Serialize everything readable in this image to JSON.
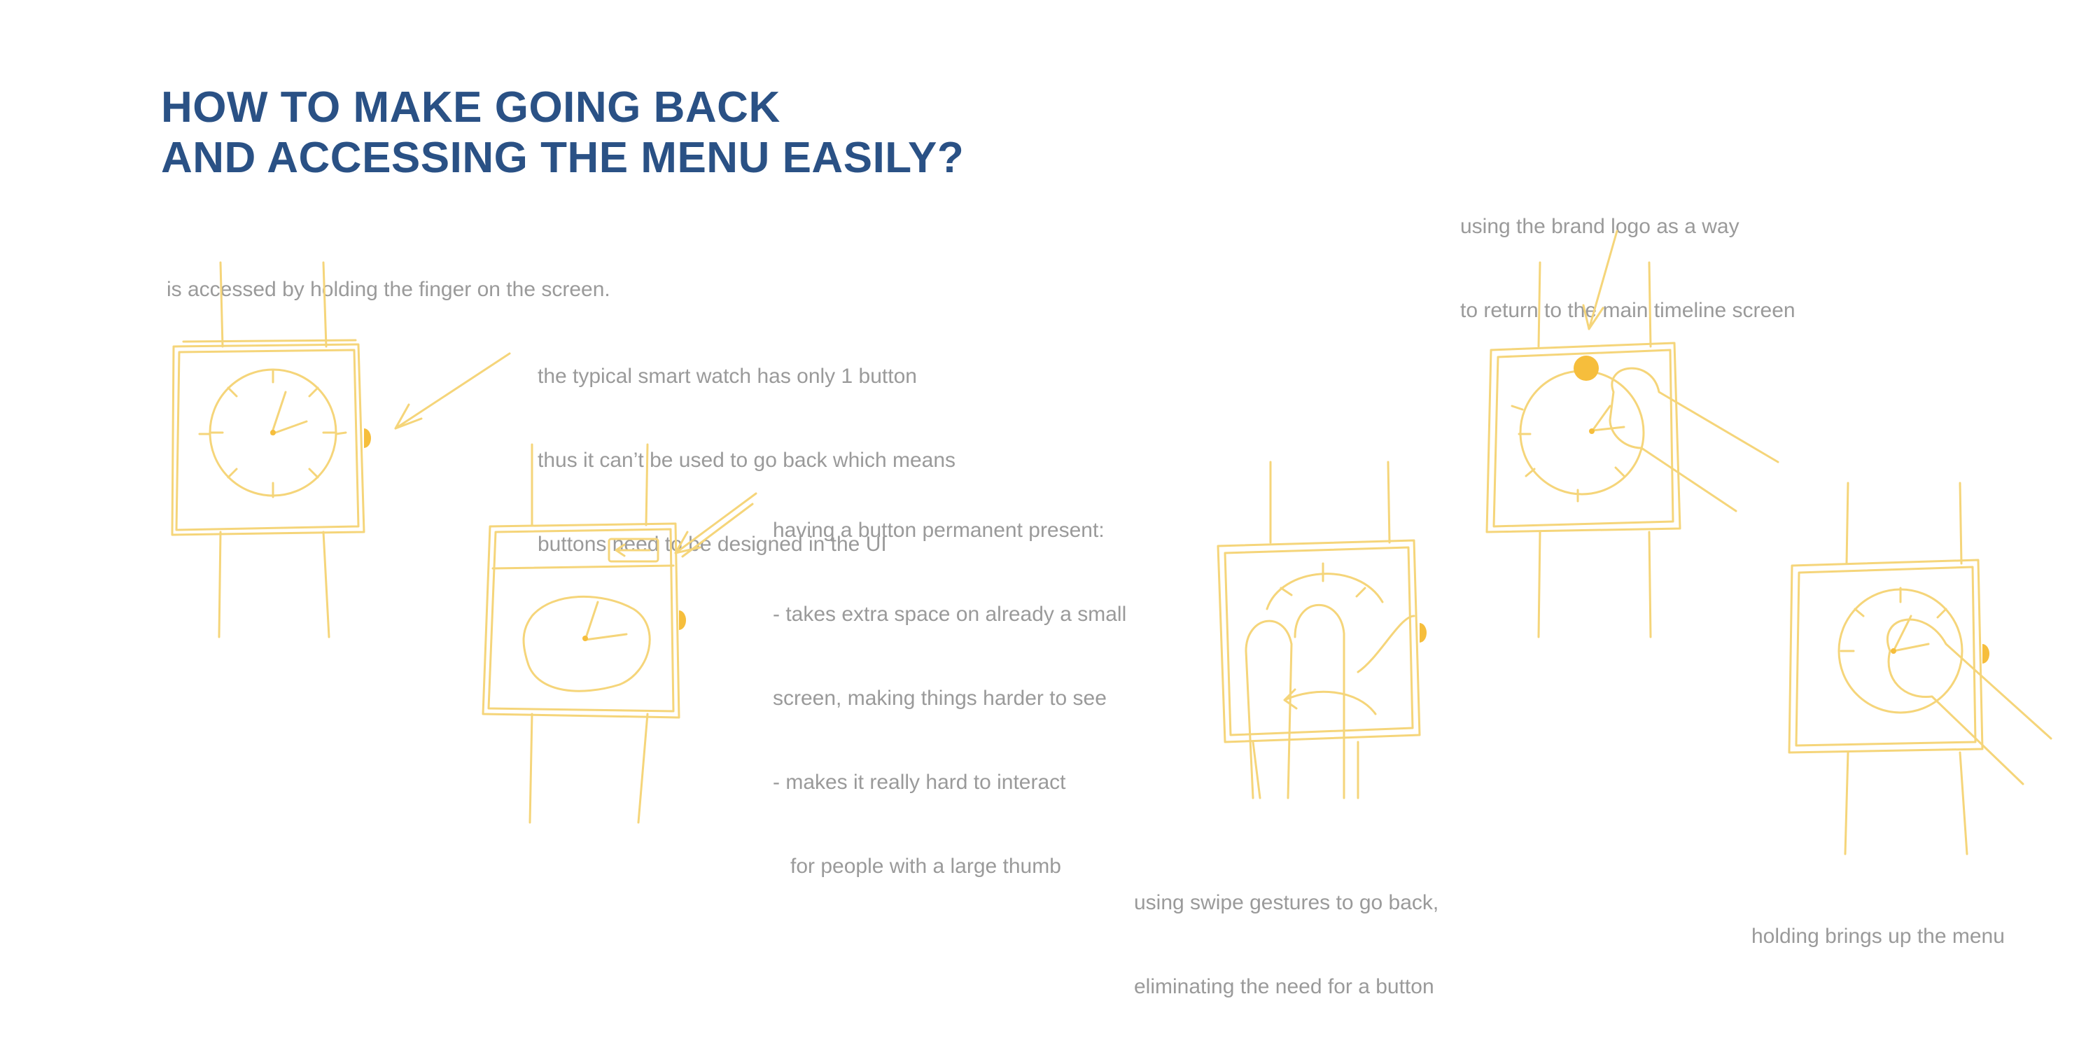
{
  "title": {
    "line1": "HOW TO MAKE GOING BACK",
    "line2": "AND ACCESSING THE MENU EASILY?"
  },
  "notes": {
    "intro": "is accessed by holding the finger on the screen.",
    "single_button": [
      "the typical smart watch has only 1 button",
      "thus it can’t be used to go back which means",
      "buttons need to be designed in the UI"
    ],
    "permanent_button": [
      "having a button permanent present:",
      "- takes extra space on already a small",
      "screen, making things harder to see",
      "- makes it really hard to interact",
      "   for people with a large thumb"
    ],
    "brand_logo": [
      "using the brand logo as a way",
      "to return to the main timeline screen"
    ],
    "swipe": [
      "using swipe gestures to go back,",
      "eliminating the need for a button"
    ],
    "holding": "holding brings up the menu"
  },
  "colors": {
    "title": "#2a5185",
    "note": "#9a9a9a",
    "sketch": "#f5d57a",
    "accent": "#f6be3c"
  },
  "icons": {
    "watch_sketches": "smartwatch-sketch",
    "back_arrow": "back-arrow-icon",
    "brand_logo_dot": "brand-logo-dot"
  }
}
